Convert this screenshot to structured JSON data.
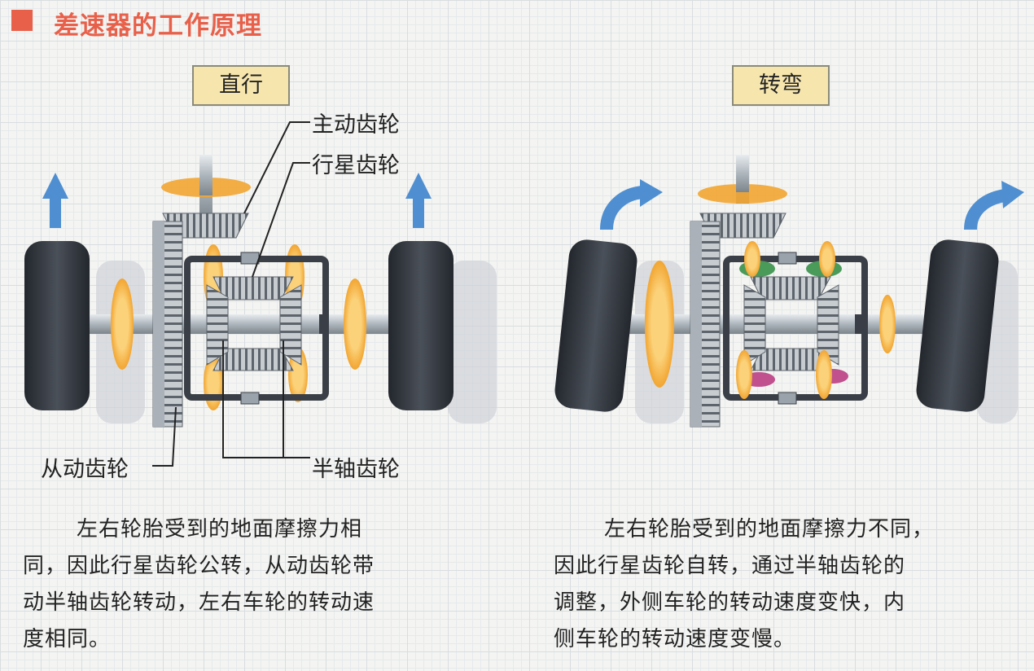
{
  "header": {
    "title": "差速器的工作原理"
  },
  "panels": {
    "straight": {
      "tag": "直行",
      "labels": {
        "drive_pinion": "主动齿轮",
        "planet_gear": "行星齿轮",
        "ring_gear": "从动齿轮",
        "side_gear": "半轴齿轮"
      },
      "description": [
        "左右轮胎受到的地面摩擦力相",
        "同，因此行星齿轮公转，从动齿轮带",
        "动半轴齿轮转动，左右车轮的转动速",
        "度相同。"
      ]
    },
    "turn": {
      "tag": "转弯",
      "description": [
        "左右轮胎受到的地面摩擦力不同，",
        "因此行星齿轮自转，通过半轴齿轮的",
        "调整，外侧车轮的转动速度变快，内",
        "侧车轮的转动速度变慢。"
      ]
    }
  },
  "colors": {
    "title": "#e8604a",
    "tag_bg": "#f6e6ad",
    "arrow_blue": "#4f8fd1",
    "rotation_arrow": "#f2a531",
    "planet_spin": "#c0508e",
    "planet_green": "#4a9a5a",
    "tire": "#3a3f47",
    "gear_metal": "#9aa3ab"
  }
}
